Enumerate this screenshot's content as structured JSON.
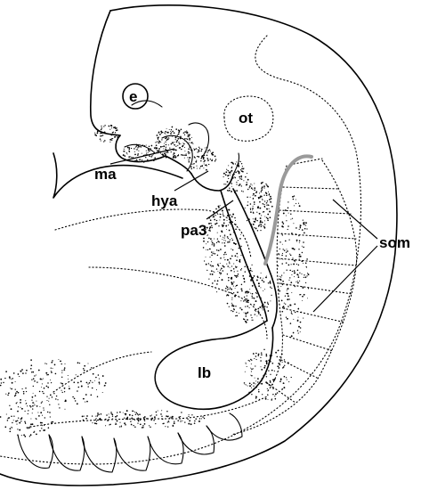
{
  "labels": {
    "e": "e",
    "ot": "ot",
    "ma": "ma",
    "hya": "hya",
    "pa3": "pa3",
    "lb": "lb",
    "som": "som"
  },
  "colors": {
    "line": "#000000",
    "highlight": "#9a9a9a",
    "background": "#ffffff"
  }
}
